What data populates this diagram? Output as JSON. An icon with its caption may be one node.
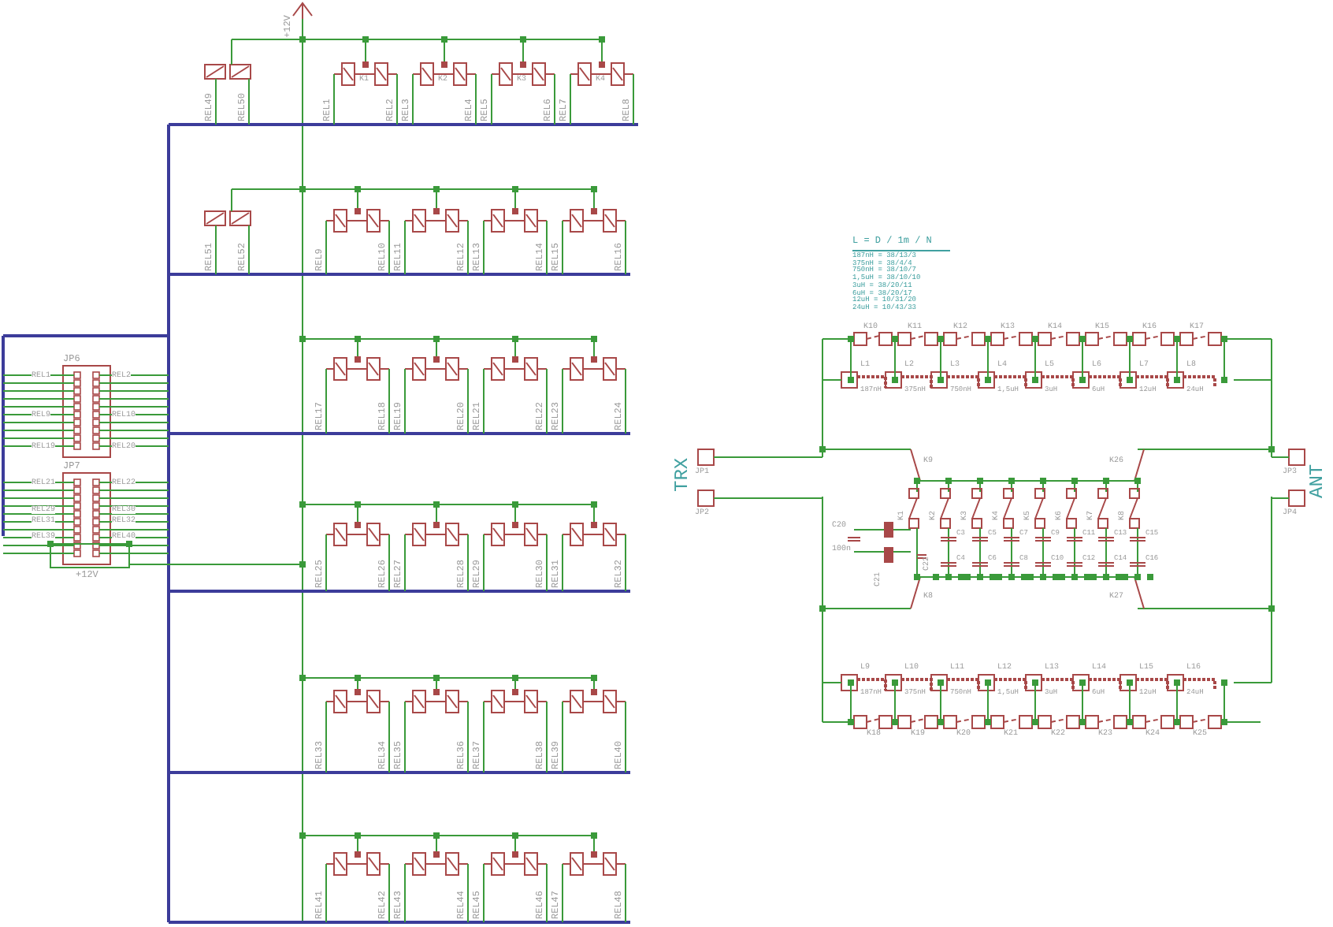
{
  "diagram": {
    "labels": [
      "+12V",
      "K1",
      "K2",
      "K3",
      "K4",
      "REL49",
      "REL50",
      "REL1",
      "REL2",
      "REL3",
      "REL4",
      "REL5",
      "REL6",
      "REL7",
      "REL8",
      "REL51",
      "REL52",
      "REL9",
      "REL10",
      "REL11",
      "REL12",
      "REL13",
      "REL14",
      "REL15",
      "REL16",
      "REL17",
      "REL18",
      "REL19",
      "REL20",
      "REL21",
      "REL22",
      "REL23",
      "REL24",
      "REL25",
      "REL26",
      "REL27",
      "REL28",
      "REL29",
      "REL30",
      "REL31",
      "REL32",
      "REL33",
      "REL34",
      "REL35",
      "REL36",
      "REL37",
      "REL38",
      "REL39",
      "REL40",
      "REL41",
      "REL42",
      "REL43",
      "REL44",
      "REL45",
      "REL46",
      "REL47",
      "REL48",
      "JP6",
      "REL1",
      "REL2",
      "REL9",
      "REL10",
      "REL19",
      "REL20",
      "JP7",
      "REL21",
      "REL22",
      "REL29",
      "REL30",
      "REL31",
      "REL32",
      "REL39",
      "REL40",
      "+12V",
      "L = D / 1m / N",
      "187nH = 38/13/3",
      "375nH = 38/4/4",
      "750nH = 38/10/7",
      "1,5uH = 38/10/10",
      "3uH = 38/20/11",
      "6uH = 38/20/17",
      "12uH = 10/31/20",
      "24uH = 10/43/33",
      "K10",
      "K11",
      "K12",
      "K13",
      "K14",
      "K15",
      "K16",
      "K17",
      "L1",
      "L2",
      "L3",
      "L4",
      "L5",
      "L6",
      "L7",
      "L8",
      "187nH",
      "375nH",
      "750nH",
      "1,5uH",
      "3uH",
      "6uH",
      "12uH",
      "24uH",
      "TRX",
      "JP1",
      "JP2",
      "ANT",
      "JP3",
      "JP4",
      "K9",
      "K26",
      "K8",
      "K27",
      "K1",
      "K2",
      "K3",
      "K4",
      "K5",
      "K6",
      "K7",
      "K8",
      "C20",
      "100n",
      "C21",
      "C22",
      "C3",
      "C5",
      "C7",
      "C9",
      "C11",
      "C13",
      "C15",
      "C4",
      "C6",
      "C8",
      "C10",
      "C12",
      "C14",
      "C16",
      "L9",
      "L10",
      "L11",
      "L12",
      "L13",
      "L14",
      "L15",
      "L16",
      "187nH",
      "375nH",
      "750nH",
      "1,5uH",
      "3uH",
      "6uH",
      "12uH",
      "24uH",
      "K18",
      "K19",
      "K20",
      "K21",
      "K22",
      "K23",
      "K24",
      "K25"
    ]
  }
}
